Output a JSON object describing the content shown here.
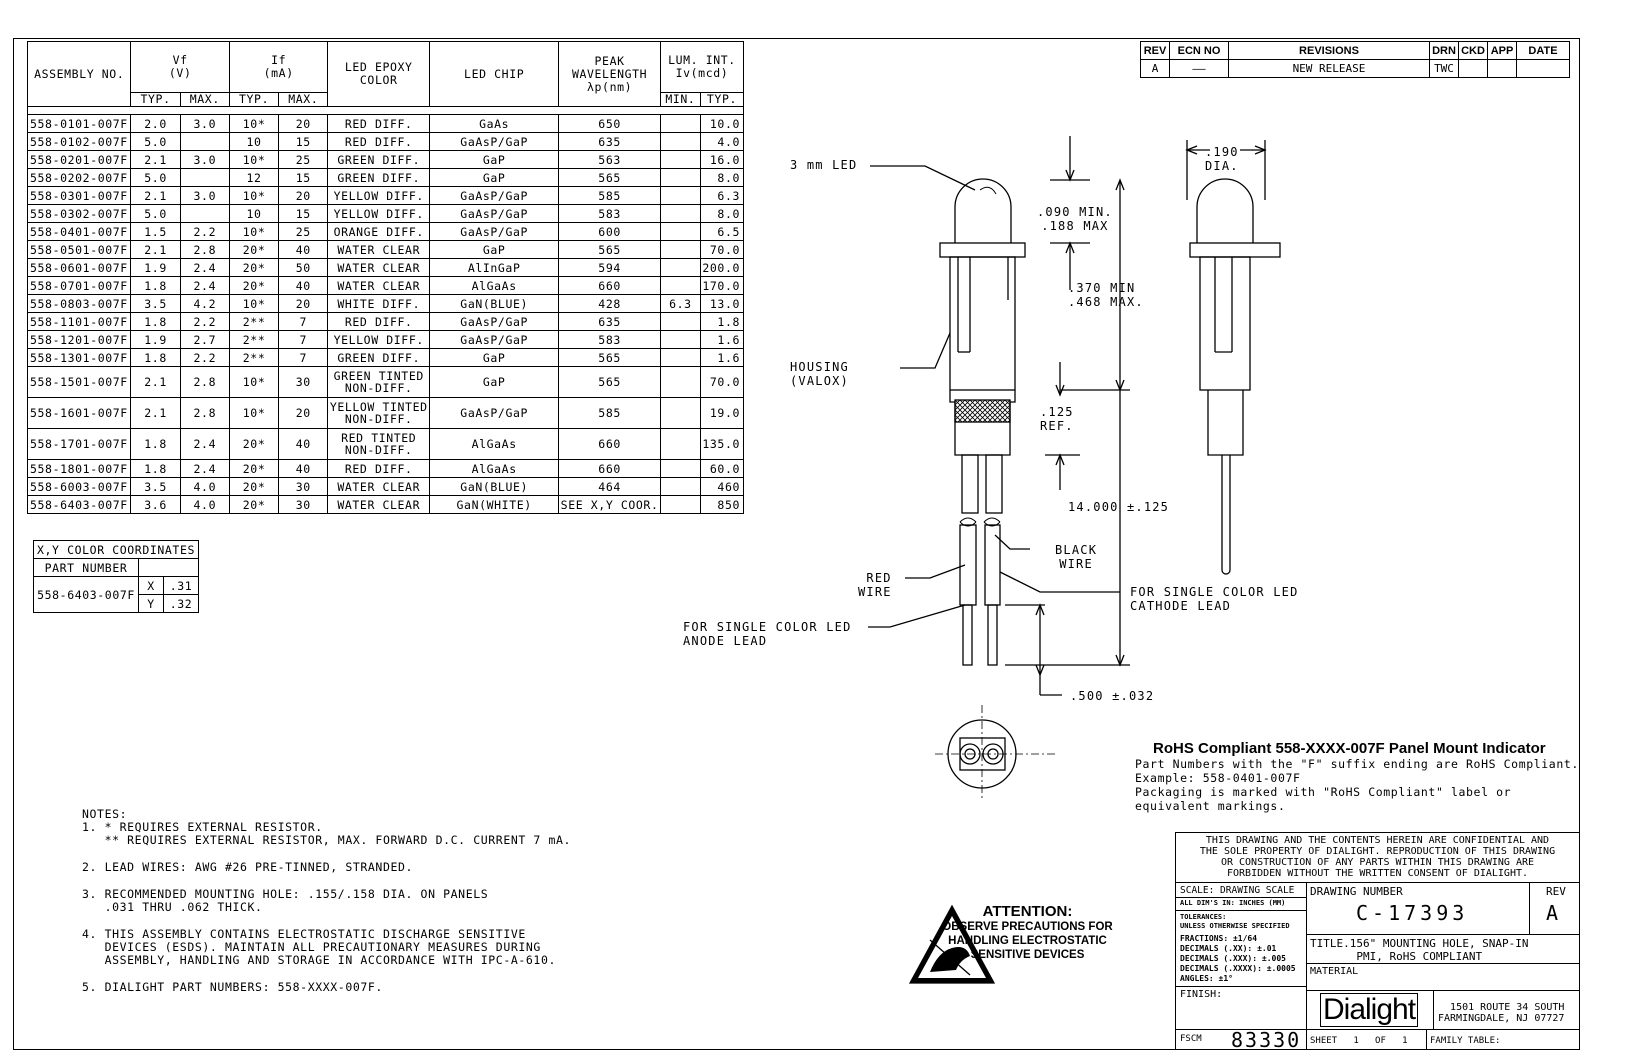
{
  "spec_table": {
    "headers": {
      "assembly_no": "ASSEMBLY NO.",
      "vf": "Vf\n(V)",
      "if": "If\n(mA)",
      "epoxy": "LED EPOXY\nCOLOR",
      "chip": "LED CHIP",
      "peak": "PEAK\nWAVELENGTH\nλp(nm)",
      "lum": "LUM. INT.\nIv(mcd)",
      "typ": "TYP.",
      "max": "MAX.",
      "min": "MIN."
    },
    "rows": [
      [
        "558-0101-007F",
        "2.0",
        "3.0",
        "10*",
        "20",
        "RED DIFF.",
        "GaAs",
        "650",
        "",
        "10.0"
      ],
      [
        "558-0102-007F",
        "5.0",
        "",
        "10",
        "15",
        "RED DIFF.",
        "GaAsP/GaP",
        "635",
        "",
        "4.0"
      ],
      [
        "558-0201-007F",
        "2.1",
        "3.0",
        "10*",
        "25",
        "GREEN DIFF.",
        "GaP",
        "563",
        "",
        "16.0"
      ],
      [
        "558-0202-007F",
        "5.0",
        "",
        "12",
        "15",
        "GREEN DIFF.",
        "GaP",
        "565",
        "",
        "8.0"
      ],
      [
        "558-0301-007F",
        "2.1",
        "3.0",
        "10*",
        "20",
        "YELLOW DIFF.",
        "GaAsP/GaP",
        "585",
        "",
        "6.3"
      ],
      [
        "558-0302-007F",
        "5.0",
        "",
        "10",
        "15",
        "YELLOW DIFF.",
        "GaAsP/GaP",
        "583",
        "",
        "8.0"
      ],
      [
        "558-0401-007F",
        "1.5",
        "2.2",
        "10*",
        "25",
        "ORANGE DIFF.",
        "GaAsP/GaP",
        "600",
        "",
        "6.5"
      ],
      [
        "558-0501-007F",
        "2.1",
        "2.8",
        "20*",
        "40",
        "WATER CLEAR",
        "GaP",
        "565",
        "",
        "70.0"
      ],
      [
        "558-0601-007F",
        "1.9",
        "2.4",
        "20*",
        "50",
        "WATER CLEAR",
        "AlInGaP",
        "594",
        "",
        "200.0"
      ],
      [
        "558-0701-007F",
        "1.8",
        "2.4",
        "20*",
        "40",
        "WATER CLEAR",
        "AlGaAs",
        "660",
        "",
        "170.0"
      ],
      [
        "558-0803-007F",
        "3.5",
        "4.2",
        "10*",
        "20",
        "WHITE DIFF.",
        "GaN(BLUE)",
        "428",
        "6.3",
        "13.0"
      ],
      [
        "558-1101-007F",
        "1.8",
        "2.2",
        "2**",
        "7",
        "RED DIFF.",
        "GaAsP/GaP",
        "635",
        "",
        "1.8"
      ],
      [
        "558-1201-007F",
        "1.9",
        "2.7",
        "2**",
        "7",
        "YELLOW DIFF.",
        "GaAsP/GaP",
        "583",
        "",
        "1.6"
      ],
      [
        "558-1301-007F",
        "1.8",
        "2.2",
        "2**",
        "7",
        "GREEN DIFF.",
        "GaP",
        "565",
        "",
        "1.6"
      ],
      [
        "558-1501-007F",
        "2.1",
        "2.8",
        "10*",
        "30",
        "GREEN TINTED\nNON-DIFF.",
        "GaP",
        "565",
        "",
        "70.0"
      ],
      [
        "558-1601-007F",
        "2.1",
        "2.8",
        "10*",
        "20",
        "YELLOW TINTED\nNON-DIFF.",
        "GaAsP/GaP",
        "585",
        "",
        "19.0"
      ],
      [
        "558-1701-007F",
        "1.8",
        "2.4",
        "20*",
        "40",
        "RED TINTED\nNON-DIFF.",
        "AlGaAs",
        "660",
        "",
        "135.0"
      ],
      [
        "558-1801-007F",
        "1.8",
        "2.4",
        "20*",
        "40",
        "RED DIFF.",
        "AlGaAs",
        "660",
        "",
        "60.0"
      ],
      [
        "558-6003-007F",
        "3.5",
        "4.0",
        "20*",
        "30",
        "WATER CLEAR",
        "GaN(BLUE)",
        "464",
        "",
        "460"
      ],
      [
        "558-6403-007F",
        "3.6",
        "4.0",
        "20*",
        "30",
        "WATER CLEAR",
        "GaN(WHITE)",
        "SEE X,Y COOR.",
        "",
        "850"
      ]
    ]
  },
  "xy_table": {
    "title": "X,Y COLOR COORDINATES",
    "part_header": "PART NUMBER",
    "part": "558-6403-007F",
    "x_label": "X",
    "x_value": ".31",
    "y_label": "Y",
    "y_value": ".32"
  },
  "revision_block": {
    "headers": [
      "REV",
      "ECN NO",
      "REVISIONS",
      "DRN",
      "CKD",
      "APP",
      "DATE"
    ],
    "row": [
      "A",
      "——",
      "NEW RELEASE",
      "TWC",
      "",
      "",
      ""
    ]
  },
  "drawing_labels": {
    "led": "3 mm LED",
    "dim_190": ".190\nDIA.",
    "dim_090": ".090 MIN.\n.188 MAX",
    "dim_370": ".370 MIN\n.468 MAX.",
    "housing": "HOUSING\n(VALOX)",
    "dim_125": ".125\nREF.",
    "dim_14": "14.000 ±.125",
    "black_wire": "BLACK\nWIRE",
    "red_wire": "RED\nWIRE",
    "cathode": "FOR SINGLE COLOR LED\nCATHODE LEAD",
    "anode": "FOR SINGLE COLOR LED\nANODE LEAD",
    "dim_500": ".500 ±.032"
  },
  "rohs": {
    "title": "RoHS Compliant 558-XXXX-007F Panel Mount Indicator",
    "lines": [
      "Part Numbers with the \"F\" suffix ending are RoHS Compliant.",
      "Example: 558-0401-007F",
      "Packaging is marked with \"RoHS Compliant\" label or",
      "equivalent markings."
    ]
  },
  "notes": {
    "header": "NOTES:",
    "items": [
      "1. * REQUIRES EXTERNAL RESISTOR.\n   ** REQUIRES EXTERNAL RESISTOR, MAX. FORWARD D.C. CURRENT 7 mA.",
      "2. LEAD WIRES: AWG #26 PRE-TINNED, STRANDED.",
      "3. RECOMMENDED MOUNTING HOLE: .155/.158 DIA. ON PANELS\n   .031 THRU .062 THICK.",
      "4. THIS ASSEMBLY CONTAINS ELECTROSTATIC DISCHARGE SENSITIVE\n   DEVICES (ESDS). MAINTAIN ALL PRECAUTIONARY MEASURES DURING\n   ASSEMBLY, HANDLING AND STORAGE IN ACCORDANCE WITH IPC-A-610.",
      "5. DIALIGHT PART NUMBERS: 558-XXXX-007F."
    ]
  },
  "attention": {
    "title": "ATTENTION:",
    "text": "OBSERVE PRECAUTIONS FOR\nHANDLING ELECTROSTATIC\nSENSITIVE DEVICES"
  },
  "title_block": {
    "confidential": "THIS DRAWING AND THE CONTENTS HEREIN ARE CONFIDENTIAL AND\nTHE SOLE PROPERTY OF DIALIGHT. REPRODUCTION OF THIS DRAWING\nOR CONSTRUCTION OF ANY PARTS WITHIN THIS DRAWING ARE\nFORBIDDEN WITHOUT THE WRITTEN CONSENT OF DIALIGHT.",
    "scale": "SCALE: DRAWING SCALE",
    "dims": "ALL DIM'S IN: INCHES (MM)",
    "tolerances": "TOLERANCES:\nUNLESS OTHERWISE SPECIFIED",
    "tol_values": "FRACTIONS: ±1/64\nDECIMALS (.XX): ±.01\nDECIMALS (.XXX): ±.005\nDECIMALS (.XXXX): ±.0005\nANGLES: ±1°",
    "finish": "FINISH:",
    "drawing_number_label": "DRAWING NUMBER",
    "drawing_number": "C-17393",
    "rev_label": "REV",
    "rev": "A",
    "title": "TITLE.156\" MOUNTING HOLE, SNAP-IN\nPMI, RoHS COMPLIANT",
    "material": "MATERIAL",
    "logo": "Dialight",
    "address": "1501 ROUTE 34 SOUTH\nFARMINGDALE, NJ 07727",
    "fscm_label": "FSCM",
    "fscm": "83330",
    "sheet": "SHEET   1   OF   1",
    "family": "FAMILY TABLE:"
  }
}
